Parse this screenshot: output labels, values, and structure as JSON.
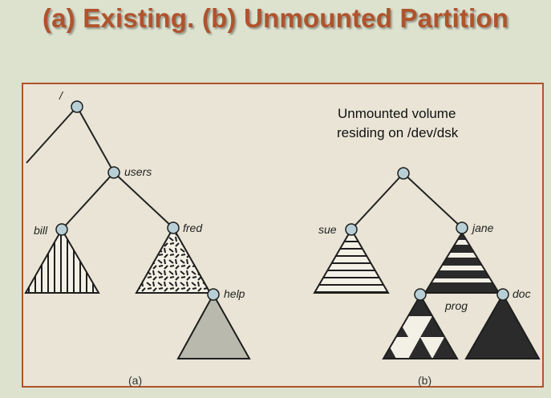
{
  "slide": {
    "title": "(a) Existing.  (b) Unmounted Partition"
  },
  "figure": {
    "a": {
      "caption": "(a)",
      "root_label": "/",
      "users_label": "users",
      "bill_label": "bill",
      "fred_label": "fred",
      "help_label": "help"
    },
    "b": {
      "caption": "(b)",
      "note_line1": "Unmounted volume",
      "note_line2": "residing on /dev/dsk",
      "sue_label": "sue",
      "jane_label": "jane",
      "prog_label": "prog",
      "doc_label": "doc"
    }
  },
  "colors": {
    "title": "#b0532c",
    "border": "#b0532c",
    "node_fill": "#b8cfd6",
    "help_fill": "#b9b9ad",
    "dark_fill": "#2b2b2b"
  }
}
